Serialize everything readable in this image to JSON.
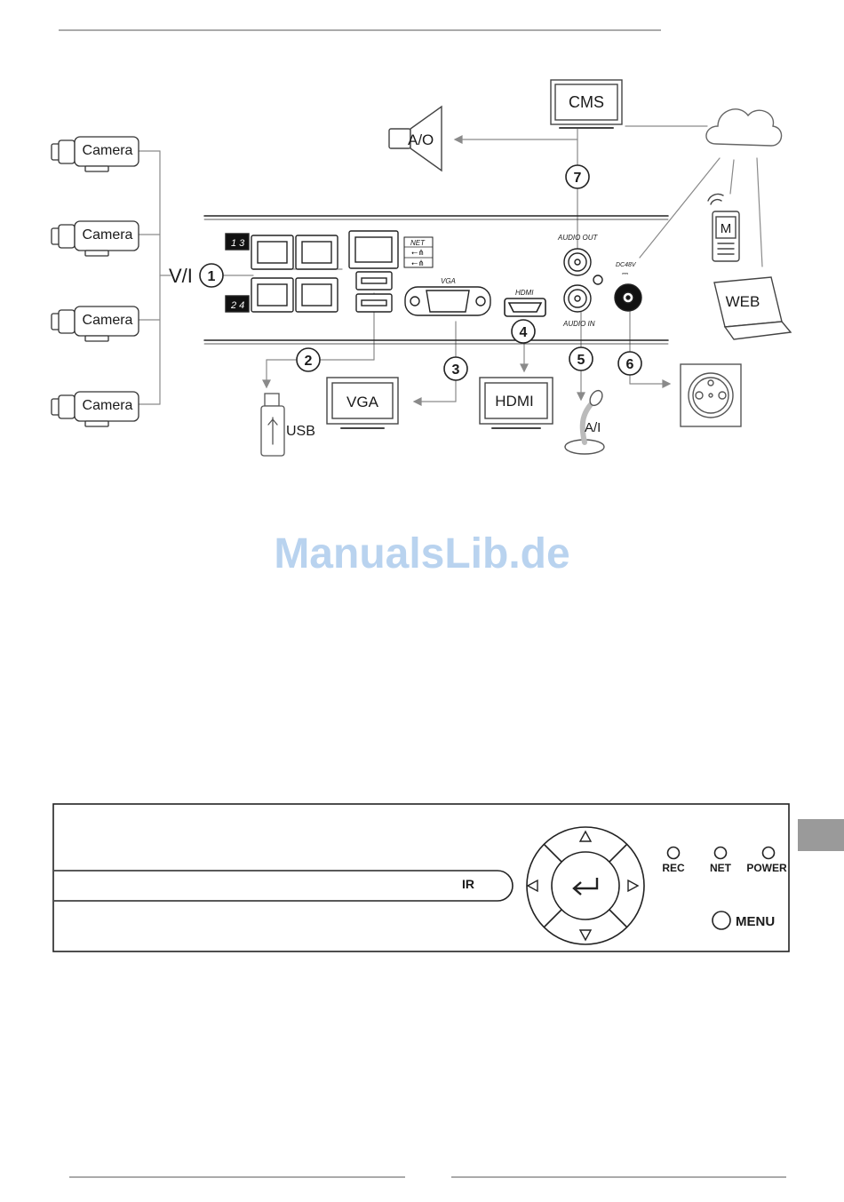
{
  "rear_panel": {
    "cameras": [
      "Camera",
      "Camera",
      "Camera",
      "Camera"
    ],
    "vi_label": "V/I",
    "port_groups": [
      "1 3",
      "2 4"
    ],
    "net_label": "NET",
    "vga_port_label": "VGA",
    "hdmi_port_label": "HDMI",
    "audio_out_label": "AUDIO OUT",
    "audio_in_label": "AUDIO IN",
    "dc_label": "DC48V",
    "callouts": [
      "1",
      "2",
      "3",
      "4",
      "5",
      "6",
      "7"
    ],
    "devices": {
      "cms": "CMS",
      "ao": "A/O",
      "mobile": "M",
      "web": "WEB",
      "usb": "USB",
      "vga_monitor": "VGA",
      "hdmi_monitor": "HDMI",
      "ai": "A/I"
    }
  },
  "watermark": "ManualsLib.de",
  "front_panel": {
    "ir_label": "IR",
    "leds": [
      "REC",
      "NET",
      "POWER"
    ],
    "menu_label": "MENU"
  },
  "colors": {
    "ink": "#1a1a1a",
    "line": "#8a8a8a",
    "watermark": "#b9d3ef",
    "tab": "#9a9a9a"
  }
}
